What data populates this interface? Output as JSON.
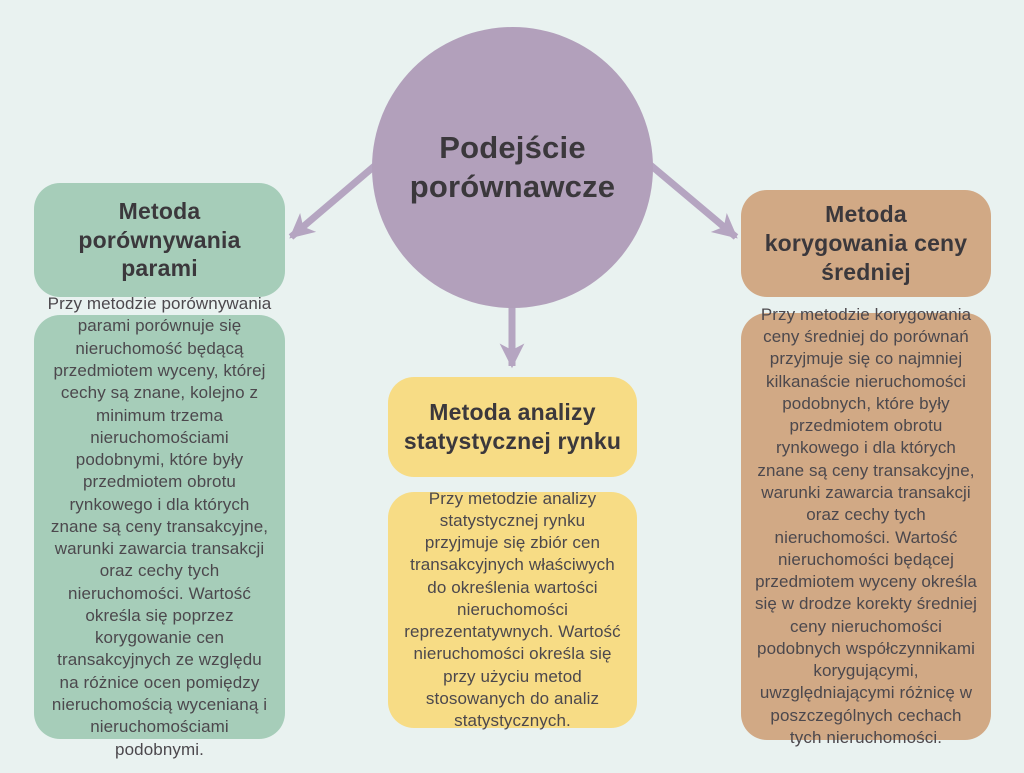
{
  "diagram": {
    "root": {
      "title": "Podejście porównawcze"
    },
    "branches": [
      {
        "id": "left",
        "title": "Metoda porównywania parami",
        "body": "Przy metodzie porównywania parami porównuje się nieruchomość będącą przedmiotem wyceny, której cechy są znane, kolejno z minimum trzema nieruchomościami podobnymi, które były przedmiotem obrotu rynkowego i dla których znane są ceny transakcyjne, warunki zawarcia transakcji oraz cechy tych nieruchomości. Wartość określa się poprzez korygowanie cen transakcyjnych ze względu na różnice ocen pomiędzy nieruchomością wycenianą i nieruchomościami podobnymi."
      },
      {
        "id": "center",
        "title": "Metoda analizy statystycznej rynku",
        "body": "Przy metodzie analizy statystycznej rynku przyjmuje się zbiór cen transakcyjnych właściwych do określenia wartości nieruchomości reprezentatywnych. Wartość nieruchomości określa się przy użyciu metod stosowanych do analiz statystycznych."
      },
      {
        "id": "right",
        "title": "Metoda korygowania ceny średniej",
        "body": "Przy metodzie korygowania ceny średniej do porównań przyjmuje się co najmniej kilkanaście nieruchomości podobnych, które były przedmiotem obrotu rynkowego i dla których znane są ceny transakcyjne, warunki zawarcia transakcji oraz cechy tych nieruchomości. Wartość nieruchomości będącej przedmiotem wyceny określa się w drodze korekty średniej ceny nieruchomości podobnych współczynnikami korygującymi, uwzględniającymi różnicę w poszczególnych cechach tych nieruchomości."
      }
    ],
    "colors": {
      "background": "#e9f2f0",
      "root_circle": "#b2a0bb",
      "arrow": "#b5a5c1",
      "branch_left": "#a6cdb9",
      "branch_center": "#f7dc85",
      "branch_right": "#d1a985",
      "title_text": "#3b383c",
      "body_text": "#4c484d"
    }
  }
}
